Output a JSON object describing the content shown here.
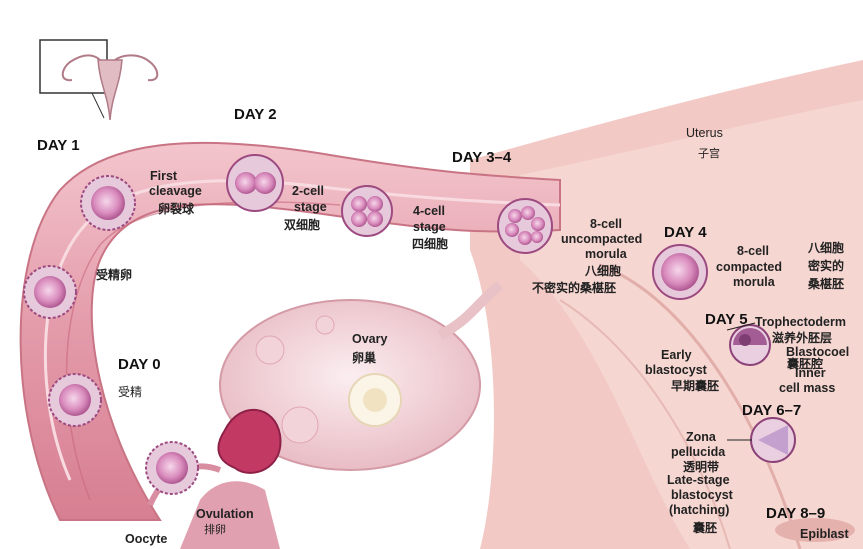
{
  "days": {
    "day1": "DAY 1",
    "day2": "DAY 2",
    "day34": "DAY 3–4",
    "day4": "DAY 4",
    "day5": "DAY 5",
    "day67": "DAY 6–7",
    "day89": "DAY 8–9",
    "day0": "DAY 0"
  },
  "labels": {
    "uterus_en": "Uterus",
    "uterus_zh": "子宫",
    "first_cleavage_en_1": "First",
    "first_cleavage_en_2": "cleavage",
    "first_cleavage_zh": "卵裂球",
    "two_cell_en_1": "2-cell",
    "two_cell_en_2": "stage",
    "two_cell_zh": "双细胞",
    "four_cell_en_1": "4-cell",
    "four_cell_en_2": "stage",
    "four_cell_zh": "四细胞",
    "eight_uncompacted_en_1": "8-cell",
    "eight_uncompacted_en_2": "uncompacted",
    "eight_uncompacted_en_3": "morula",
    "eight_uncompacted_zh_1": "八细胞",
    "eight_uncompacted_zh_2": "不密实的桑椹胚",
    "eight_compacted_en_1": "8-cell",
    "eight_compacted_en_2": "compacted",
    "eight_compacted_en_3": "morula",
    "eight_compacted_zh_1": "八细胞",
    "eight_compacted_zh_2": "密实的",
    "eight_compacted_zh_3": "桑椹胚",
    "fertilized_egg_zh": "受精卵",
    "fertilization_zh": "受精",
    "ovary_en": "Ovary",
    "ovary_zh": "卵巢",
    "trophectoderm_en": "Trophectoderm",
    "trophectoderm_zh": "滋养外胚层",
    "blastocoel_en": "Blastocoel",
    "blastocoel_zh": "囊胚腔",
    "inner_cell_mass_en_1": "Inner",
    "inner_cell_mass_en_2": "cell mass",
    "early_blastocyst_en_1": "Early",
    "early_blastocyst_en_2": "blastocyst",
    "early_blastocyst_zh": "早期囊胚",
    "zona_en_1": "Zona",
    "zona_en_2": "pellucida",
    "zona_zh": "透明带",
    "late_blastocyst_en_1": "Late-stage",
    "late_blastocyst_en_2": "blastocyst",
    "late_blastocyst_en_3": "(hatching)",
    "late_blastocyst_zh": "囊胚",
    "ovulation_en": "Ovulation",
    "ovulation_zh": "排卵",
    "oocyte_en": "Oocyte",
    "epiblast_en": "Epiblast"
  },
  "colors": {
    "tube_pink": "#e9a7b4",
    "tube_dark": "#c9707f",
    "uterus": "#f2c6c2",
    "cell_purple": "#b0508f"
  }
}
